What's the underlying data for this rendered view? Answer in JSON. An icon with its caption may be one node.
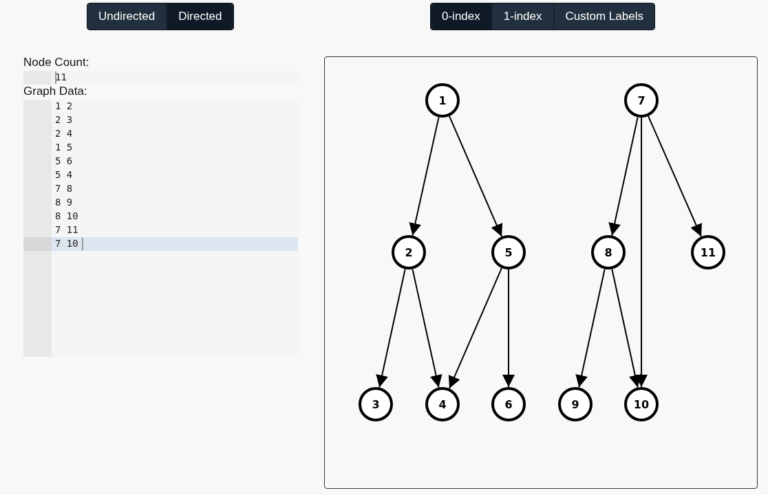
{
  "diagram": {
    "nodes": [
      {
        "text": [
          "1"
        ]
      },
      {
        "text": [
          "7"
        ]
      },
      {
        "text": [
          "2"
        ]
      },
      {
        "text": [
          "5"
        ]
      },
      {
        "text": [
          "8"
        ]
      },
      {
        "text": [
          "11"
        ]
      },
      {
        "text": [
          "3"
        ]
      },
      {
        "text": [
          "4"
        ]
      },
      {
        "text": [
          "6"
        ]
      },
      {
        "text": [
          "9"
        ]
      },
      {
        "text": [
          "10"
        ]
      }
    ],
    "edges": [
      {
        "from": 0,
        "to": 2,
        "arrow": "to"
      },
      {
        "from": 2,
        "to": 6,
        "arrow": "to"
      },
      {
        "from": 2,
        "to": 7,
        "arrow": "to"
      },
      {
        "from": 0,
        "to": 3,
        "arrow": "to"
      },
      {
        "from": 3,
        "to": 8,
        "arrow": "to"
      },
      {
        "from": 3,
        "to": 7,
        "arrow": "to"
      },
      {
        "from": 1,
        "to": 4,
        "arrow": "to"
      },
      {
        "from": 4,
        "to": 9,
        "arrow": "to"
      },
      {
        "from": 4,
        "to": 10,
        "arrow": "to"
      },
      {
        "from": 1,
        "to": 5,
        "arrow": "to"
      },
      {
        "from": 1,
        "to": 10,
        "arrow": "to"
      }
    ],
    "labels": [
      "Undirected",
      "Directed",
      "0-index",
      "1-index",
      "Custom Labels",
      "Node Count:",
      "11",
      "Graph Data:",
      "1 2",
      "2 3",
      "2 4",
      "1 5",
      "5 6",
      "5 4",
      "7 8",
      "8 9",
      "8 10",
      "7 11",
      "7 10"
    ]
  }
}
